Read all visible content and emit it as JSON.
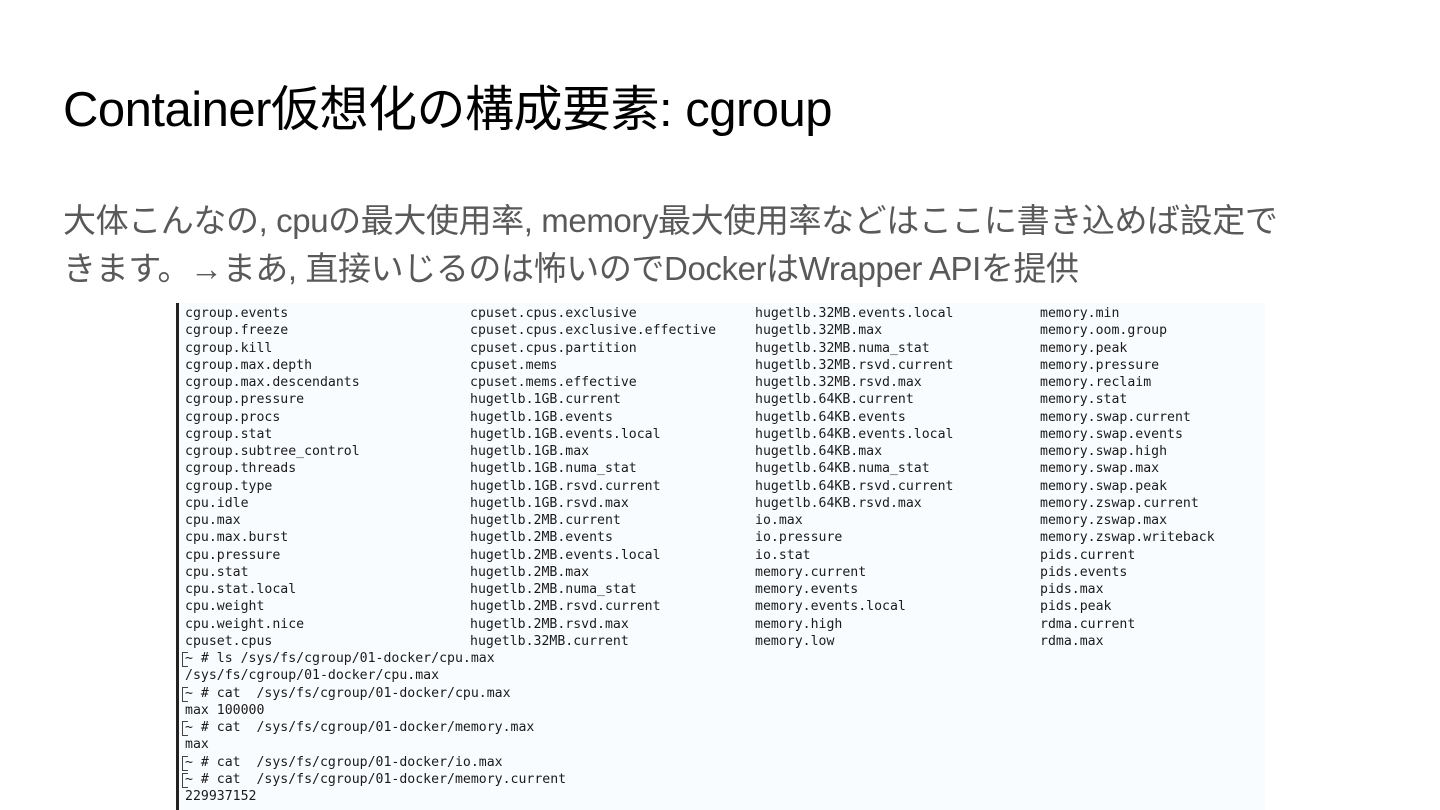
{
  "slide": {
    "title": "Container仮想化の構成要素: cgroup",
    "body_lines": [
      "大体こんなの, cpuの最大使用率, memory最大使用率などはここに書き込めば設定で",
      "きます。→まあ, 直接いじるのは怖いのでDockerはWrapper APIを提供"
    ]
  },
  "terminal": {
    "columns": [
      [
        "cgroup.events",
        "cgroup.freeze",
        "cgroup.kill",
        "cgroup.max.depth",
        "cgroup.max.descendants",
        "cgroup.pressure",
        "cgroup.procs",
        "cgroup.stat",
        "cgroup.subtree_control",
        "cgroup.threads",
        "cgroup.type",
        "cpu.idle",
        "cpu.max",
        "cpu.max.burst",
        "cpu.pressure",
        "cpu.stat",
        "cpu.stat.local",
        "cpu.weight",
        "cpu.weight.nice",
        "cpuset.cpus"
      ],
      [
        "cpuset.cpus.exclusive",
        "cpuset.cpus.exclusive.effective",
        "cpuset.cpus.partition",
        "cpuset.mems",
        "cpuset.mems.effective",
        "hugetlb.1GB.current",
        "hugetlb.1GB.events",
        "hugetlb.1GB.events.local",
        "hugetlb.1GB.max",
        "hugetlb.1GB.numa_stat",
        "hugetlb.1GB.rsvd.current",
        "hugetlb.1GB.rsvd.max",
        "hugetlb.2MB.current",
        "hugetlb.2MB.events",
        "hugetlb.2MB.events.local",
        "hugetlb.2MB.max",
        "hugetlb.2MB.numa_stat",
        "hugetlb.2MB.rsvd.current",
        "hugetlb.2MB.rsvd.max",
        "hugetlb.32MB.current"
      ],
      [
        "hugetlb.32MB.events.local",
        "hugetlb.32MB.max",
        "hugetlb.32MB.numa_stat",
        "hugetlb.32MB.rsvd.current",
        "hugetlb.32MB.rsvd.max",
        "hugetlb.64KB.current",
        "hugetlb.64KB.events",
        "hugetlb.64KB.events.local",
        "hugetlb.64KB.max",
        "hugetlb.64KB.numa_stat",
        "hugetlb.64KB.rsvd.current",
        "hugetlb.64KB.rsvd.max",
        "io.max",
        "io.pressure",
        "io.stat",
        "memory.current",
        "memory.events",
        "memory.events.local",
        "memory.high",
        "memory.low"
      ],
      [
        "memory.min",
        "memory.oom.group",
        "memory.peak",
        "memory.pressure",
        "memory.reclaim",
        "memory.stat",
        "memory.swap.current",
        "memory.swap.events",
        "memory.swap.high",
        "memory.swap.max",
        "memory.swap.peak",
        "memory.zswap.current",
        "memory.zswap.max",
        "memory.zswap.writeback",
        "pids.current",
        "pids.events",
        "pids.max",
        "pids.peak",
        "rdma.current",
        "rdma.max"
      ]
    ],
    "session": [
      {
        "text": "~ # ls /sys/fs/cgroup/01-docker/cpu.max",
        "prompt": true
      },
      {
        "text": "/sys/fs/cgroup/01-docker/cpu.max",
        "prompt": false
      },
      {
        "text": "~ # cat  /sys/fs/cgroup/01-docker/cpu.max",
        "prompt": true
      },
      {
        "text": "max 100000",
        "prompt": false
      },
      {
        "text": "~ # cat  /sys/fs/cgroup/01-docker/memory.max",
        "prompt": true
      },
      {
        "text": "max",
        "prompt": false
      },
      {
        "text": "~ # cat  /sys/fs/cgroup/01-docker/io.max",
        "prompt": true
      },
      {
        "text": "~ # cat  /sys/fs/cgroup/01-docker/memory.current",
        "prompt": true
      },
      {
        "text": "229937152",
        "prompt": false
      }
    ]
  }
}
